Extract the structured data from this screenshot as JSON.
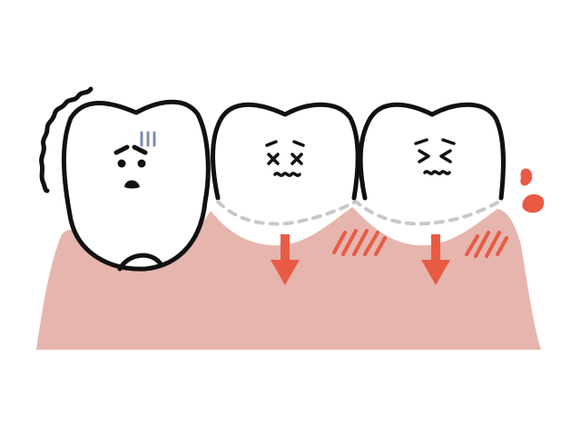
{
  "colors": {
    "background": "#ffffff",
    "gum": "#e6b5ae",
    "outline": "#111111",
    "tooth_fill": "#ffffff",
    "arrow": "#e95a45",
    "inflammation": "#e95a45",
    "sweat_marks": "#7d8bb5",
    "dashed_line": "#c8c8c8",
    "blood_drops": "#e95a45"
  },
  "teeth": [
    {
      "position": "left",
      "expression": "worried-frown",
      "state": "loose"
    },
    {
      "position": "middle",
      "expression": "dizzy-x-eyes",
      "state": "receding-gum"
    },
    {
      "position": "right",
      "expression": "squinting-wavy-mouth",
      "state": "receding-gum"
    }
  ],
  "icons": [
    "wobble-lines-icon",
    "sweat-marks-icon",
    "down-arrow-icon",
    "inflammation-hatch-icon",
    "blood-drop-icon"
  ]
}
